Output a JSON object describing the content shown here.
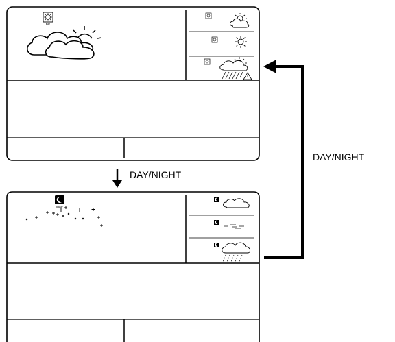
{
  "diagram": {
    "arrow_down_label": "DAY/NIGHT",
    "arrow_loop_label": "DAY/NIGHT",
    "day_screen": {
      "mode_icon_text": "DAY",
      "main_icon": "sun-behind-cloud-icon",
      "forecast_icons": [
        "sun-cloud-icon",
        "sun-icon",
        "sun-cloud-rain-warning-icon"
      ]
    },
    "night_screen": {
      "mode_icon_text": "NIGHT",
      "main_icon": "starry-sky-icon",
      "forecast_icons": [
        "moon-cloud-icon",
        "fog-icon",
        "cloud-rain-icon"
      ]
    }
  }
}
